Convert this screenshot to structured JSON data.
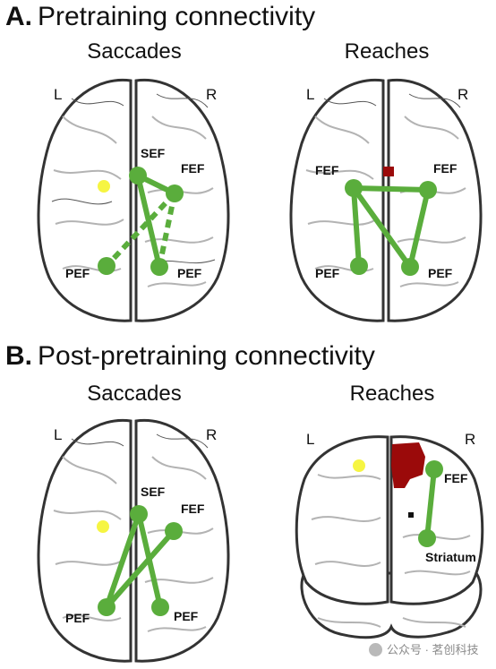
{
  "sections": [
    {
      "letter": "A.",
      "title": "Pretraining connectivity",
      "panels": [
        {
          "title": "Saccades",
          "left": "L",
          "right": "R",
          "nodes": {
            "sef": "SEF",
            "fef": "FEF",
            "pef_left": "PEF",
            "pef_right": "PEF"
          }
        },
        {
          "title": "Reaches",
          "left": "L",
          "right": "R",
          "nodes": {
            "fef_left": "FEF",
            "fef_right": "FEF",
            "pef_left": "PEF",
            "pef_right": "PEF"
          }
        }
      ]
    },
    {
      "letter": "B.",
      "title": "Post-pretraining connectivity",
      "panels": [
        {
          "title": "Saccades",
          "left": "L",
          "right": "R",
          "nodes": {
            "sef": "SEF",
            "fef": "FEF",
            "pef_left": "PEF",
            "pef_right": "PEF"
          }
        },
        {
          "title": "Reaches",
          "left": "L",
          "right": "R",
          "nodes": {
            "fef": "FEF",
            "striatum": "Striatum"
          }
        }
      ]
    }
  ],
  "colors": {
    "connection": "#5aad3c",
    "highlight_yellow": "#f6f542",
    "activation_red": "#9b0a0a",
    "outline": "#333333",
    "sulci": "#b3b3b3"
  },
  "watermark": {
    "icon": "wechat-icon",
    "text": "公众号 · 茗创科技"
  }
}
